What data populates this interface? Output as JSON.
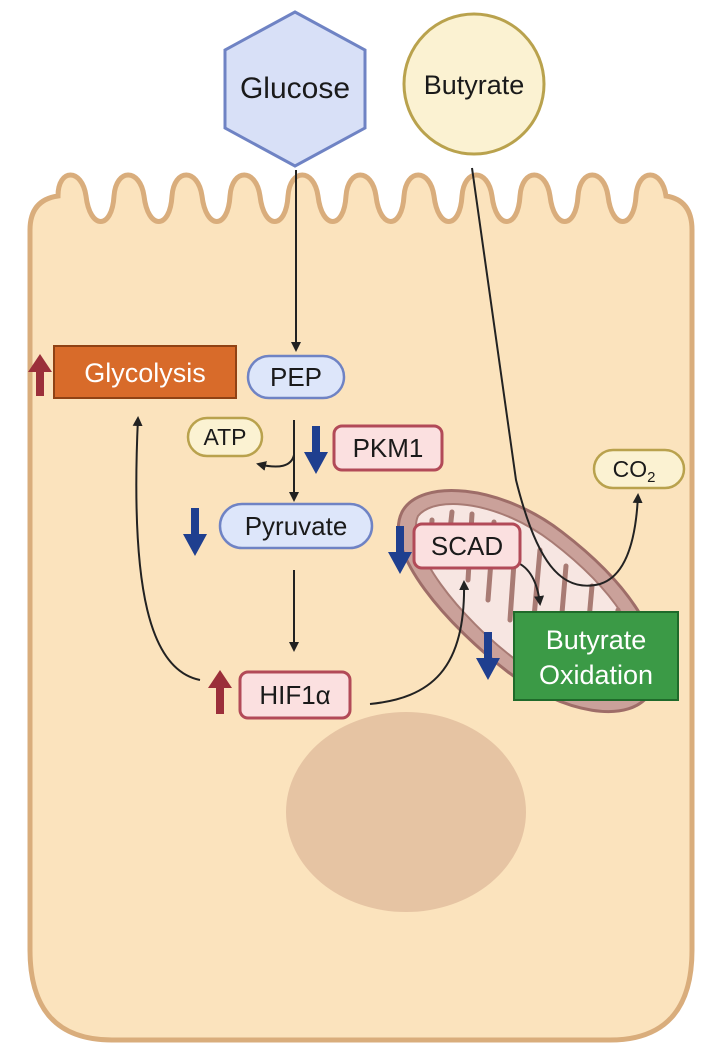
{
  "inputs": {
    "glucose": "Glucose",
    "butyrate": "Butyrate"
  },
  "metabolites": {
    "pep": "PEP",
    "atp": "ATP",
    "pyruvate": "Pyruvate",
    "co2": "CO",
    "co2_sub": "2"
  },
  "proteins": {
    "pkm1": "PKM1",
    "scad": "SCAD",
    "hif1a": "HIF1α"
  },
  "processes": {
    "glycolysis": "Glycolysis",
    "butyrate_oxidation_line1": "Butyrate",
    "butyrate_oxidation_line2": "Oxidation"
  },
  "regulation": {
    "glycolysis": "up",
    "pkm1": "down",
    "pyruvate": "down",
    "scad": "down",
    "butyrate_oxidation": "down",
    "hif1a": "up"
  },
  "colors": {
    "cell_fill": "#fbe3bd",
    "cell_stroke": "#d9ad7c",
    "up_arrow": "#9b2f3a",
    "down_arrow": "#1f3f8f",
    "glycolysis_box": "#d86b2a",
    "oxidation_box": "#3b9a46",
    "protein_fill": "#fbe0e0",
    "protein_stroke": "#b24a58",
    "metabolite_fill": "#dde6fa",
    "metabolite_stroke": "#6f83c4",
    "mito_fill": "#caa19a",
    "nucleus_fill": "#e6c4a3"
  }
}
